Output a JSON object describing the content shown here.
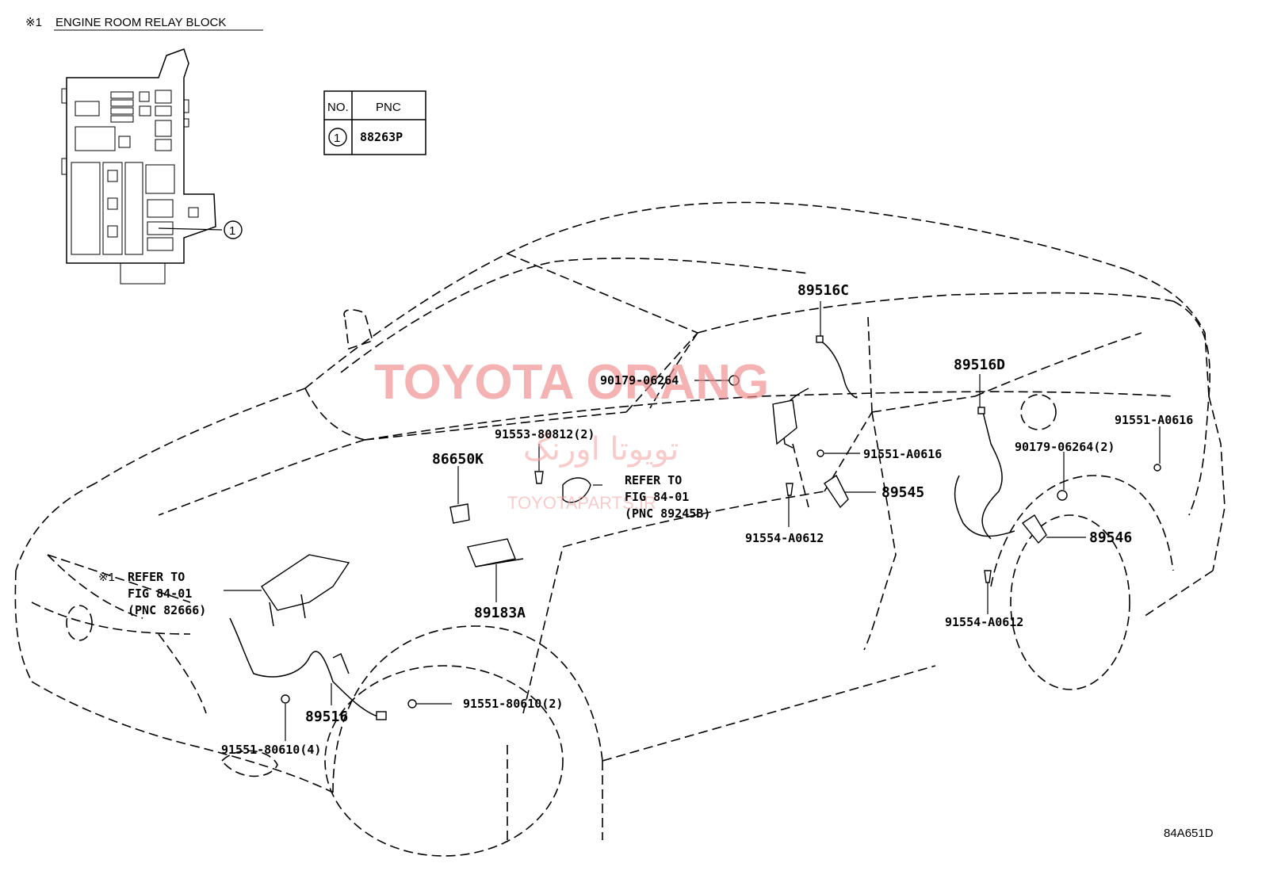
{
  "header": {
    "ref_mark": "※1",
    "title": "ENGINE ROOM RELAY BLOCK"
  },
  "pnc_table": {
    "col_no": "NO.",
    "col_pnc": "PNC",
    "rows": [
      {
        "no": "1",
        "pnc": "88263P"
      }
    ]
  },
  "callout_circle": "1",
  "watermark": {
    "main": "TOYOTA ORANG",
    "arabic": "تویوتا اورنگ",
    "small": "TOYOTAPARTS.IR"
  },
  "labels": {
    "p89516C": "89516C",
    "p89516D": "89516D",
    "p90179_06264": "90179-06264",
    "p90179_06264_2": "90179-06264(2)",
    "p91551_A0616_a": "91551-A0616",
    "p91551_A0616_b": "91551-A0616",
    "p91553_80812": "91553-80812(2)",
    "p86650K": "86650K",
    "refer_a_1": "REFER TO",
    "refer_a_2": "FIG 84-01",
    "refer_a_3": "(PNC 89245B)",
    "p89545": "89545",
    "p91554_A0612_a": "91554-A0612",
    "p91554_A0612_b": "91554-A0612",
    "p89546": "89546",
    "refer_b_mark": "※1",
    "refer_b_1": "REFER TO",
    "refer_b_2": "FIG 84-01",
    "refer_b_3": "(PNC 82666)",
    "p89183A": "89183A",
    "p91551_80610_2": "91551-80610(2)",
    "p89516": "89516",
    "p91551_80610_4": "91551-80610(4)"
  },
  "figure_code": "84A651D"
}
